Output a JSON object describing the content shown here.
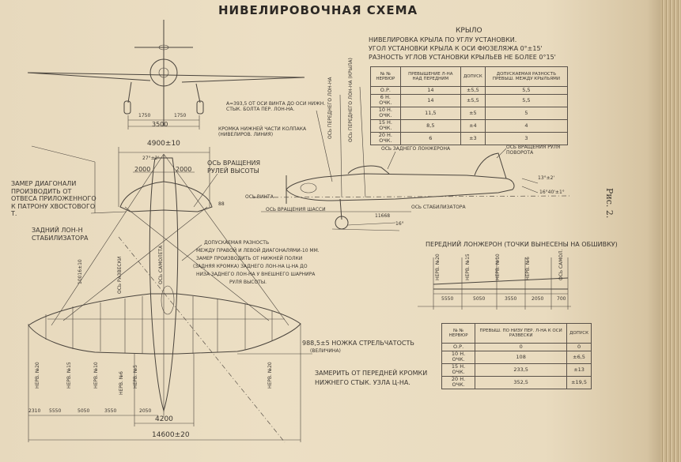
{
  "title": "НИВЕЛИРОВОЧНАЯ СХЕМА",
  "figure_label": "Рис. 2.",
  "wing": {
    "heading": "КРЫЛО",
    "lines": [
      "НИВЕЛИРОВКА КРЫЛА ПО УГЛУ УСТАНОВКИ.",
      "УГОЛ УСТАНОВКИ КРЫЛА К ОСИ ФЮЗЕЛЯЖА 0°±15'",
      "РАЗНОСТЬ УГЛОВ УСТАНОВКИ КРЫЛЬЕВ НЕ БОЛЕЕ 0°15'"
    ]
  },
  "wing_table": {
    "headers": [
      "№ № НЕРВЮР",
      "ПРЕВЫШЕНИЕ Л-НА НАД ПЕРЕДНИМ",
      "ДОПУСК",
      "ДОПУСКАЕМАЯ РАЗНОСТЬ ПРЕВЫШ. МЕЖДУ КРЫЛЬЯМИ"
    ],
    "rows": [
      [
        "О.Р.",
        "14",
        "±5,5",
        "5,5"
      ],
      [
        "6 Н. ОЧК.",
        "14",
        "±5,5",
        "5,5"
      ],
      [
        "10 Н. ОЧК.",
        "11,5",
        "±5",
        "5"
      ],
      [
        "15 Н. ОЧК.",
        "8,5",
        "±4",
        "4"
      ],
      [
        "20 Н. ОЧК.",
        "6",
        "±3",
        "3"
      ]
    ]
  },
  "spar_table": {
    "headers": [
      "№ № НЕРВЮР",
      "ПРЕВЫШ. ПО НИЗУ ПЕР. Л-НА К ОСИ РАЗВЕСКИ",
      "ДОПУСК"
    ],
    "rows": [
      [
        "О.Р.",
        "0",
        "0"
      ],
      [
        "10 Н. ОЧК.",
        "108",
        "±6,5"
      ],
      [
        "15 Н. ОЧК.",
        "233,5",
        "±13"
      ],
      [
        "20 Н. ОЧК.",
        "352,5",
        "±19,5"
      ]
    ]
  },
  "front_view": {
    "dims": [
      "1750",
      "1750",
      "3500"
    ]
  },
  "side_view": {
    "labels": {
      "propeller_axis_note": "А=393,5 ОТ ОСИ ВИНТА ДО ОСИ НИЖН. СТЫК. БОЛТА ПЕР. ЛОН-НА.",
      "lower_edge": "КРОМКА НИЖНЕЙ ЧАСТИ КОЛПАКА (НИВЕЛИРОВ. ЛИНИЯ)",
      "rear_spar_axis": "ОСЬ ЗАДНЕГО ЛОНЖЕРОНА",
      "rudder_axis": "ОСЬ ВРАЩЕНИЯ РУЛЯ ПОВОРОТА",
      "prop_axis": "ОСЬ ВИНТА",
      "gear_axis": "ОСЬ ВРАЩЕНИЯ ШАССИ",
      "gun_axis": "ОСЬ СТАБИЛИЗАТОРА",
      "length": "11668",
      "front_spar_v": "ОСЬ ПЕРЕДНЕГО ЛОН-НА",
      "front_spar_v2": "ОСЬ ПЕРЕДНЕГО ЛОН-НА (КРЫЛА)"
    },
    "angles": [
      "13°±2'",
      "16°40'±1°",
      "16°"
    ]
  },
  "plan_view": {
    "top_span": "4900±10",
    "stab_dims": [
      "2000",
      "2000"
    ],
    "stab_angle": "27°±2'",
    "elevator_axis": "ОСЬ ВРАЩЕНИЯ РУЛЕЙ ВЫСОТЫ",
    "diag_note": "ЗАМЕР ДИАГОНАЛИ ПРОИЗВОДИТЬ ОТ ОТВЕСА ПРИЛОЖЕННОГО К ПАТРОНУ ХВОСТОВОГО Т.",
    "stab_rear_spar": "ЗАДНИЙ ЛОН-Н СТАБИЛИЗАТОРА",
    "allowed_diff": [
      "ДОПУСКАЕМАЯ РАЗНОСТЬ",
      "МЕЖДУ ПРАВОЙ И ЛЕВОЙ ДИАГОНАЛЯМИ-10 мм.",
      "ЗАМЕР ПРОИЗВОДИТЬ ОТ НИЖНЕЙ ПОЛКИ",
      "(ЗАДНЯЯ КРОМКА) ЗАДНЕГО ЛОН-НА Ц-НА ДО",
      "НИЗА ЗАДНЕГО ЛОН-НА У ВНЕШНЕГО ШАРНИРА",
      "РУЛЯ ВЫСОТЫ."
    ],
    "aircraft_axis": "ОСЬ САМОЛЕТА",
    "balance_axis": "ОСЬ РАЗВЕСКИ",
    "diag_dim": "10016±10",
    "nerv_labels": [
      "НЕРВ. №20",
      "НЕРВ. №15",
      "НЕРВ. №10",
      "НЕРВ. №6",
      "НЕРВ. №5",
      "НЕРВ. №20"
    ],
    "bottom_dims": [
      "2310",
      "5550",
      "5050",
      "3550",
      "2050"
    ],
    "center_width": "4200",
    "total_span": "14600±20",
    "gun_note": "988,5±5 НОЖКА СТРЕЛЬЧАТОСТЬ",
    "gun_sub": "(ВЕЛИЧИНА)",
    "measure_note": [
      "ЗАМЕРИТЬ ОТ ПЕРЕДНЕЙ КРОМКИ",
      "НИЖНЕГО СТЫК. УЗЛА Ц-НА."
    ],
    "dim_88": "88"
  },
  "front_spar": {
    "heading": "ПЕРЕДНИЙ ЛОНЖЕРОН (ТОЧКИ ВЫНЕСЕНЫ НА ОБШИВКУ)",
    "nerv_labels": [
      "НЕРВ. №20",
      "НЕРВ. №15",
      "НЕРВ. №10",
      "НЕРВ. №6",
      "ОСЬ САМОЛ."
    ],
    "dims": [
      "5550",
      "5050",
      "3550",
      "2050",
      "700"
    ]
  }
}
